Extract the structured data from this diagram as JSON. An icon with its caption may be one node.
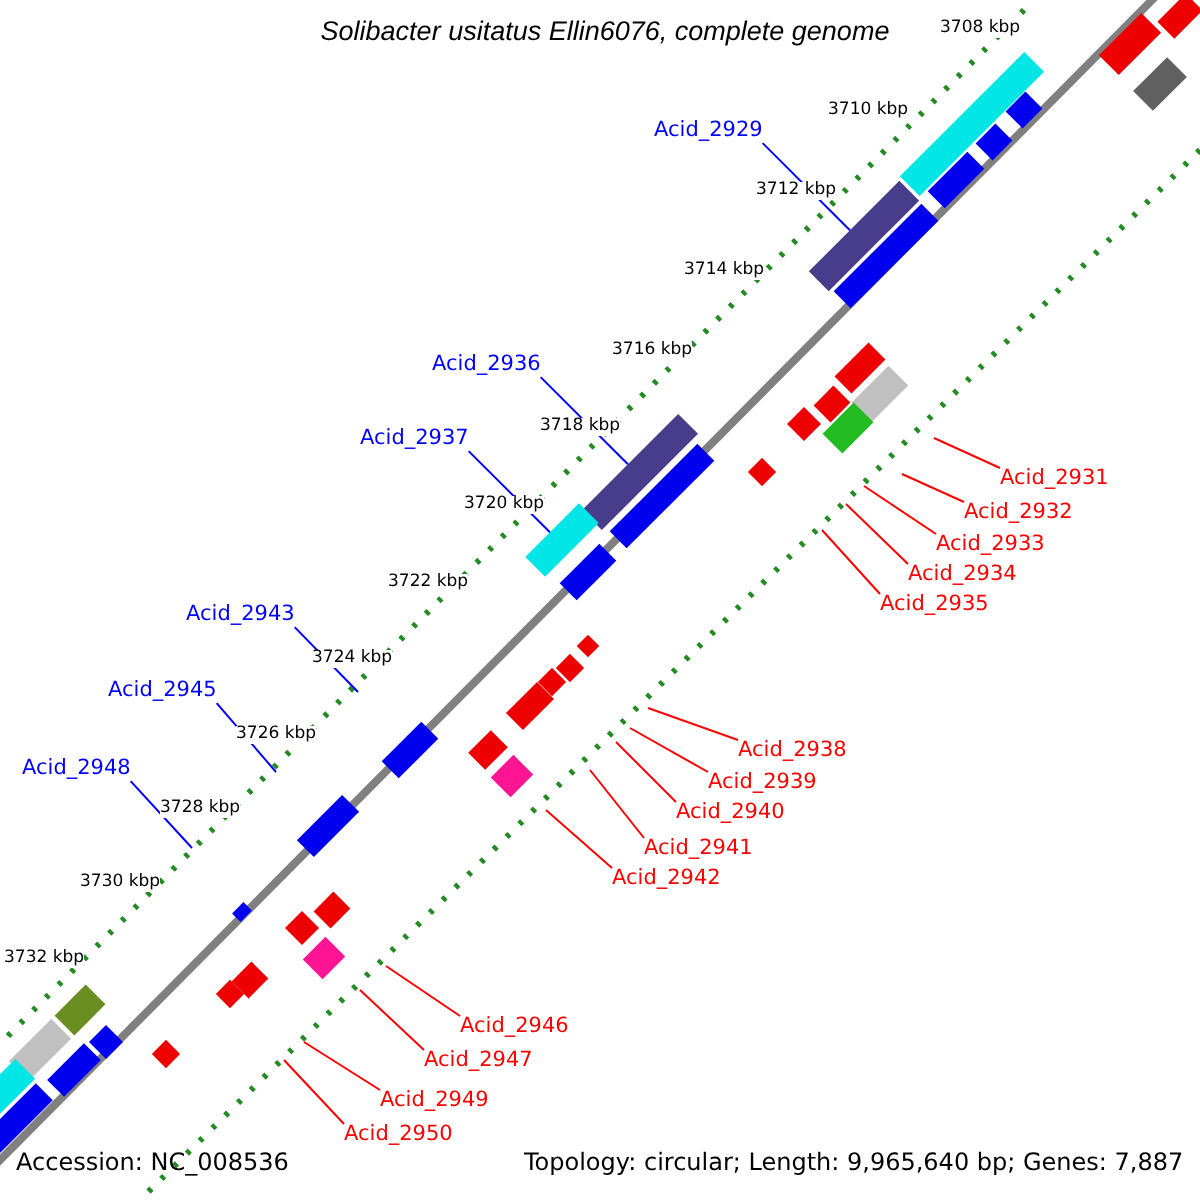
{
  "diagram": {
    "title": "Solibacter usitatus Ellin6076, complete genome",
    "nodes": [
      {
        "text": [
          "Acid_2929"
        ]
      },
      {
        "text": [
          "Acid_2936"
        ]
      },
      {
        "text": [
          "Acid_2937"
        ]
      },
      {
        "text": [
          "Acid_2931"
        ]
      },
      {
        "text": [
          "Acid_2932"
        ]
      },
      {
        "text": [
          "Acid_2933"
        ]
      },
      {
        "text": [
          "Acid_2934"
        ]
      },
      {
        "text": [
          "Acid_2935"
        ]
      },
      {
        "text": [
          "Acid_2943"
        ]
      },
      {
        "text": [
          "Acid_2945"
        ]
      },
      {
        "text": [
          "Acid_2938"
        ]
      },
      {
        "text": [
          "Acid_2948"
        ]
      },
      {
        "text": [
          "Acid_2939"
        ]
      },
      {
        "text": [
          "Acid_2940"
        ]
      },
      {
        "text": [
          "Acid_2941"
        ]
      },
      {
        "text": [
          "Acid_2942"
        ]
      },
      {
        "text": [
          "Acid_2946"
        ]
      },
      {
        "text": [
          "Acid_2947"
        ]
      },
      {
        "text": [
          "Acid_2949"
        ]
      },
      {
        "text": [
          "Acid_2950"
        ]
      },
      {
        "text": [],
        "shape": "bar"
      },
      {
        "text": [],
        "shape": "bar"
      },
      {
        "text": [],
        "shape": "bar"
      }
    ],
    "edges": [
      {
        "from": 0,
        "to": 20,
        "arrow": "none",
        "color": "#0000ff"
      },
      {
        "from": 1,
        "to": 21,
        "arrow": "none",
        "color": "#0000ff"
      },
      {
        "from": 2,
        "to": 22,
        "arrow": "none",
        "color": "#0000ff"
      },
      {
        "from": 3,
        "to": null,
        "arrow": "none"
      },
      {
        "from": 4,
        "to": null,
        "arrow": "none"
      },
      {
        "from": 5,
        "to": null,
        "arrow": "none"
      },
      {
        "from": 6,
        "to": null,
        "arrow": "none"
      },
      {
        "from": 7,
        "to": null,
        "arrow": "none"
      },
      {
        "from": 8,
        "to": null,
        "arrow": "none",
        "color": "#0000ff"
      },
      {
        "from": 9,
        "to": null,
        "arrow": "none",
        "color": "#0000ff"
      },
      {
        "from": 10,
        "to": null,
        "arrow": "none"
      },
      {
        "from": 11,
        "to": null,
        "arrow": "none",
        "color": "#0000ff"
      },
      {
        "from": 12,
        "to": null,
        "arrow": "none"
      },
      {
        "from": 13,
        "to": null,
        "arrow": "none"
      },
      {
        "from": 14,
        "to": null,
        "arrow": "none"
      },
      {
        "from": 15,
        "to": null,
        "arrow": "none"
      },
      {
        "from": 16,
        "to": null,
        "arrow": "none"
      },
      {
        "from": 17,
        "to": null,
        "arrow": "none"
      },
      {
        "from": 18,
        "to": null,
        "arrow": "none"
      },
      {
        "from": 19,
        "to": null,
        "arrow": "none"
      }
    ],
    "labels": [
      "3708 kbp",
      "3710 kbp",
      "3712 kbp",
      "3714 kbp",
      "3716 kbp",
      "3718 kbp",
      "3720 kbp",
      "3722 kbp",
      "3724 kbp",
      "3726 kbp",
      "3728 kbp",
      "3730 kbp",
      "3732 kbp",
      "Accession: NC_008536",
      "Topology: circular; Length: 9,965,640 bp; Genes: 7,887"
    ]
  }
}
